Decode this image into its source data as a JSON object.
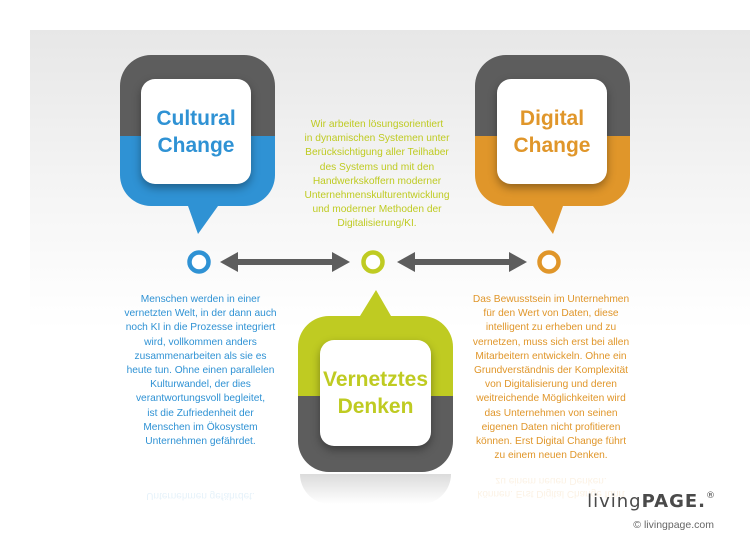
{
  "colors": {
    "blue": "#2f92d4",
    "green": "#bfcb22",
    "orange": "#e0962a",
    "gray": "#5d5d5d"
  },
  "bubbles": {
    "cultural": "Cultural\nChange",
    "digital": "Digital\nChange",
    "vernetztes": "Vernetztes\nDenken"
  },
  "texts": {
    "center": "Wir arbeiten lösungsorientiert\nin dynamischen Systemen unter\nBerücksichtigung aller Teilhaber\ndes Systems und mit den\nHandwerkskoffern moderner\nUnternehmenskulturentwicklung\nund moderner Methoden der\nDigitalisierung/KI.",
    "left": "Menschen werden in einer\nvernetzten Welt, in der dann auch\nnoch KI in die Prozesse integriert\nwird, vollkommen anders\nzusammenarbeiten als sie es\nheute tun. Ohne einen parallelen\nKulturwandel, der dies\nverantwortungsvoll begleitet,\nist die Zufriedenheit der\nMenschen im Ökosystem\nUnternehmen gefährdet.",
    "right": "Das Bewusstsein im Unternehmen\nfür den Wert von Daten, diese\nintelligent zu erheben und zu\nvernetzen, muss sich erst bei allen\nMitarbeitern entwickeln. Ohne ein\nGrundverständnis der Komplexität\nvon Digitalisierung und deren\nweitreichende Möglichkeiten wird\ndas Unternehmen von seinen\neigenen Daten nicht profitieren\nkönnen. Erst Digital Change führt\nzu einem neuen Denken."
  },
  "logo": {
    "brand_light": "living",
    "brand_bold": "PAGE.",
    "registered": "®",
    "copyright": "© livingpage.com"
  }
}
